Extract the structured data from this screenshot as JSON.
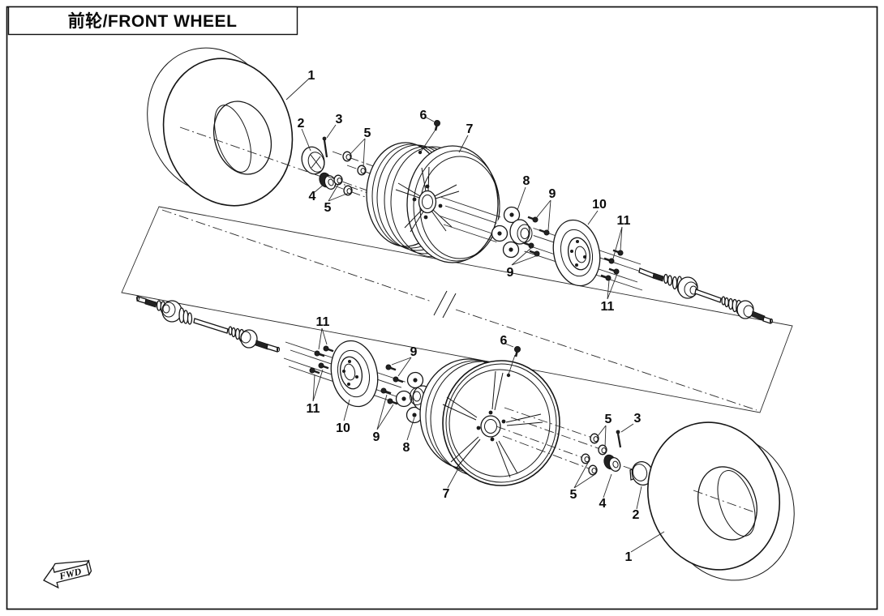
{
  "title": "前轮/FRONT WHEEL",
  "direction_marker": "FWD",
  "colors": {
    "line": "#161616",
    "background": "#ffffff"
  },
  "distinct_labels": [
    "1",
    "2",
    "3",
    "4",
    "5",
    "6",
    "7",
    "8",
    "9",
    "10",
    "11"
  ],
  "callouts": [
    {
      "label": "1"
    },
    {
      "label": "2"
    },
    {
      "label": "3"
    },
    {
      "label": "5"
    },
    {
      "label": "4"
    },
    {
      "label": "5"
    },
    {
      "label": "6"
    },
    {
      "label": "7"
    },
    {
      "label": "8"
    },
    {
      "label": "9"
    },
    {
      "label": "10"
    },
    {
      "label": "11"
    },
    {
      "label": "9"
    },
    {
      "label": "11"
    },
    {
      "label": "11"
    },
    {
      "label": "10"
    },
    {
      "label": "11"
    },
    {
      "label": "9"
    },
    {
      "label": "9"
    },
    {
      "label": "8"
    },
    {
      "label": "7"
    },
    {
      "label": "6"
    },
    {
      "label": "5"
    },
    {
      "label": "3"
    },
    {
      "label": "5"
    },
    {
      "label": "4"
    },
    {
      "label": "2"
    },
    {
      "label": "1"
    }
  ]
}
